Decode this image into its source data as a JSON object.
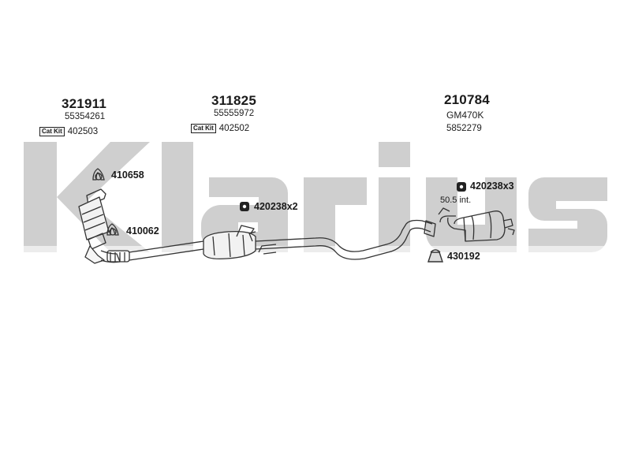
{
  "brand_watermark": {
    "text": "Klarius",
    "color": "#cfcfcf"
  },
  "parts": {
    "front": {
      "number": "321911",
      "oe_number": "55354261",
      "catkit_badge": "Cat Kit",
      "catkit_number": "402503"
    },
    "middle": {
      "number": "311825",
      "oe_number": "55555972",
      "catkit_badge": "Cat Kit",
      "catkit_number": "402502"
    },
    "rear": {
      "number": "210784",
      "code": "GM470K",
      "oe_number": "5852279"
    }
  },
  "callouts": {
    "gasket_top": {
      "label": "410658",
      "icon": "gasket-icon"
    },
    "gasket_bottom": {
      "label": "410062",
      "icon": "gasket-icon"
    },
    "rubber_mount_mid": {
      "label": "420238x2",
      "icon": "rubber-mount-icon"
    },
    "rubber_mount_rear": {
      "label": "420238x3",
      "icon": "rubber-mount-icon"
    },
    "clamp": {
      "label": "430192",
      "icon": "clamp-icon"
    }
  },
  "notes": {
    "joint": "50.5 int."
  }
}
